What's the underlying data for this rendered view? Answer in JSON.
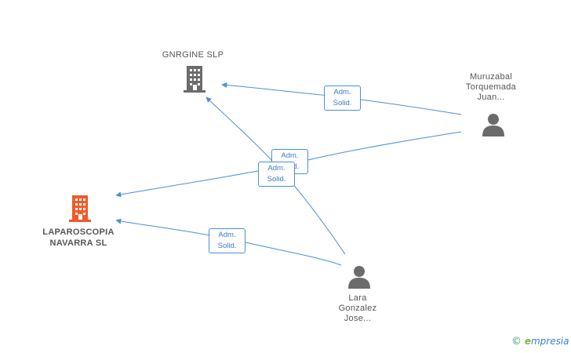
{
  "nodes": {
    "gnrgine": {
      "label": "GNRGINE SLP",
      "kind": "company",
      "color": "#6b6b6b"
    },
    "laparoscopia": {
      "label": "LAPAROSCOPIA\nNAVARRA SL",
      "kind": "company",
      "color": "#f05a28"
    },
    "muruzabal": {
      "label": "Muruzabal\nTorquemada\nJuan...",
      "kind": "person",
      "color": "#6b6b6b"
    },
    "lara": {
      "label": "Lara\nGonzalez\nJose...",
      "kind": "person",
      "color": "#6b6b6b"
    }
  },
  "edges": [
    {
      "from": "muruzabal",
      "to": "gnrgine",
      "label": "Adm.\nSolid."
    },
    {
      "from": "muruzabal",
      "to": "laparoscopia",
      "label": "Adm.\nSolid."
    },
    {
      "from": "lara",
      "to": "gnrgine",
      "label": "Adm.\nSolid."
    },
    {
      "from": "lara",
      "to": "laparoscopia",
      "label": "Adm.\nSolid."
    }
  ],
  "colors": {
    "edge": "#4a8fd9",
    "edge_label_text": "#3d7ac4"
  },
  "brand": {
    "copyright": "©",
    "e": "e",
    "rest": "mpresia"
  }
}
